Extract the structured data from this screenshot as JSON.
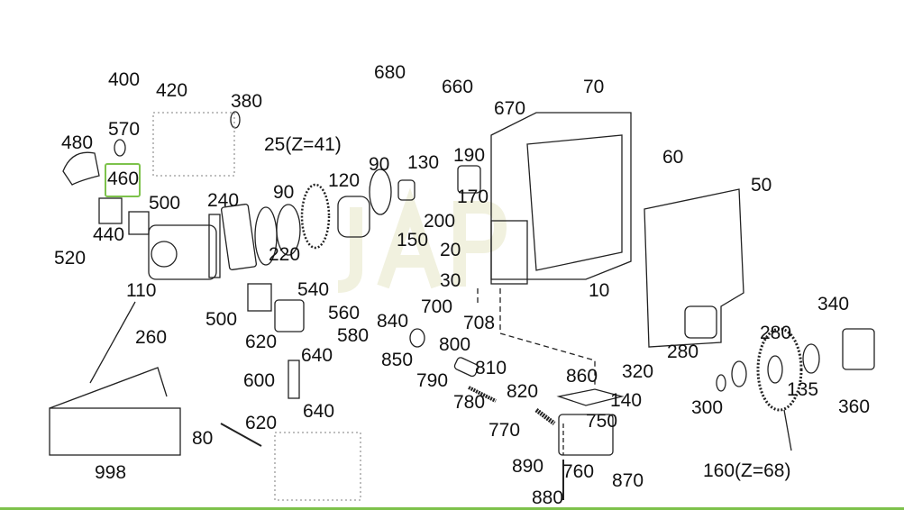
{
  "diagram": {
    "labels": [
      "400",
      "420",
      "380",
      "480",
      "570",
      "460",
      "500",
      "240",
      "25(Z=41)",
      "90",
      "120",
      "90",
      "130",
      "190",
      "170",
      "200",
      "150",
      "20",
      "30",
      "680",
      "660",
      "670",
      "70",
      "60",
      "50",
      "10",
      "440",
      "520",
      "110",
      "220",
      "260",
      "500",
      "540",
      "560",
      "620",
      "640",
      "580",
      "600",
      "640",
      "620",
      "80",
      "998",
      "840",
      "700",
      "708",
      "850",
      "800",
      "790",
      "810",
      "780",
      "820",
      "860",
      "770",
      "750",
      "890",
      "760",
      "870",
      "880",
      "320",
      "140",
      "280",
      "300",
      "280",
      "135",
      "340",
      "360",
      "160(Z=68)"
    ],
    "highlighted_label": "460",
    "highlight_color": "#7dc24b",
    "watermark": "JAP"
  }
}
